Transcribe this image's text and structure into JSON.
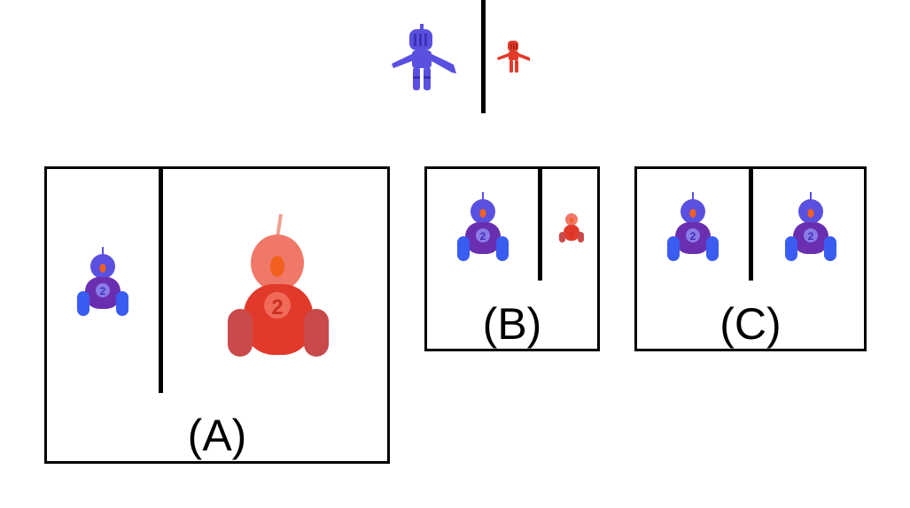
{
  "colors": {
    "border": "#000000",
    "blue_body": "#5a50e0",
    "blue_dark": "#3b33b5",
    "blue_wheel": "#3a5cf0",
    "purple_chest": "#6a2fb0",
    "red_body": "#f05a50",
    "red_chest": "#e23a2a",
    "red_wheel": "#c94a4a",
    "beak": "#f2601e"
  },
  "reference": {
    "left_figure": "blue-knight-icon",
    "right_figure": "red-knight-icon"
  },
  "panels": [
    {
      "id": "A",
      "label": "(A)",
      "left_robot": "blue-robot-icon",
      "right_robot": "red-robot-icon",
      "robot_number": "2"
    },
    {
      "id": "B",
      "label": "(B)",
      "left_robot": "blue-robot-icon",
      "right_robot": "red-robot-icon",
      "robot_number": "2"
    },
    {
      "id": "C",
      "label": "(C)",
      "left_robot": "blue-robot-icon",
      "right_robot": "blue-robot-icon",
      "robot_number": "2"
    }
  ]
}
